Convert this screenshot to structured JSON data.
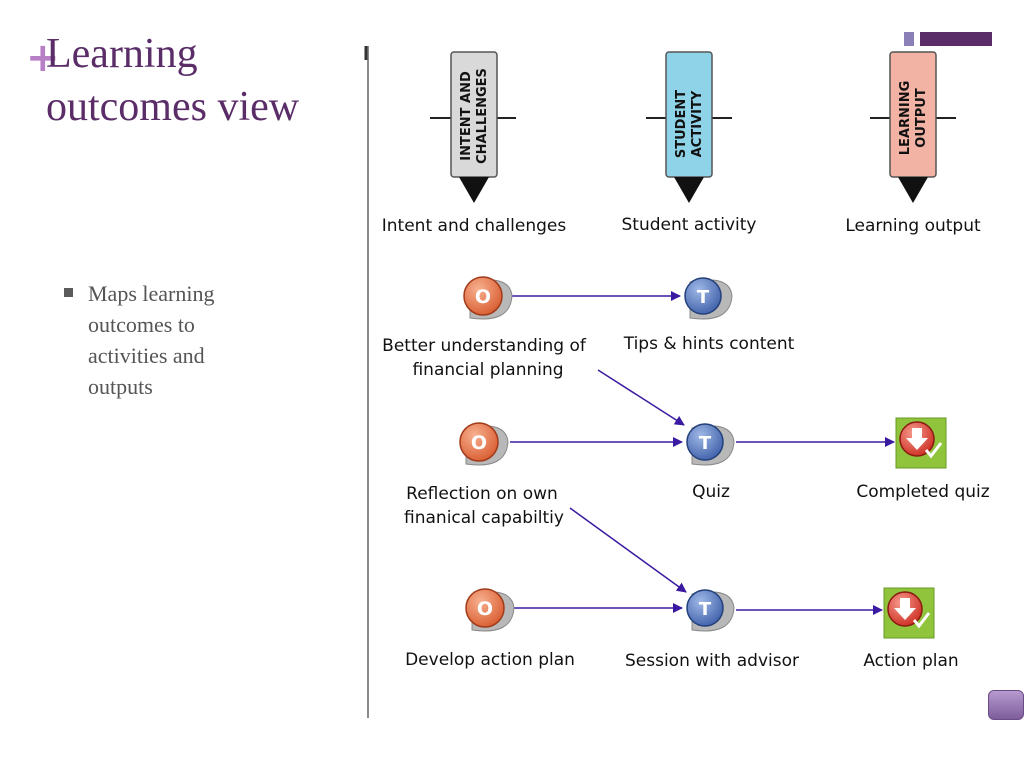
{
  "slide": {
    "title_line1": "Learning",
    "title_line2": "outcomes view",
    "bullets": [
      "Maps learning",
      "outcomes to",
      "activities and",
      "outputs"
    ]
  },
  "diagram": {
    "headers": [
      {
        "line1": "INTENT AND",
        "line2": "CHALLENGES",
        "caption": "Intent and challenges",
        "color": "#d9d9d9"
      },
      {
        "line1": "STUDENT",
        "line2": "ACTIVITY",
        "caption": "Student activity",
        "color": "#8fd3e8"
      },
      {
        "line1": "LEARNING",
        "line2": "OUTPUT",
        "caption": "Learning output",
        "color": "#f2b2a4"
      }
    ],
    "intents": [
      {
        "line1": "Better understanding of",
        "line2": "financial planning",
        "icon_letter": "O"
      },
      {
        "line1": "Reflection on own",
        "line2": "finanical capabiltiy",
        "icon_letter": "O"
      },
      {
        "line1": "Develop action plan",
        "line2": "",
        "icon_letter": "O"
      }
    ],
    "activities": [
      {
        "label": "Tips & hints content",
        "icon_letter": "T"
      },
      {
        "label": "Quiz",
        "icon_letter": "T"
      },
      {
        "label": "Session with advisor",
        "icon_letter": "T"
      }
    ],
    "outputs": [
      {
        "label": "Completed quiz"
      },
      {
        "label": "Action plan"
      }
    ],
    "colors": {
      "intent_icon": "#d85a2e",
      "activity_icon": "#3d5ea8",
      "output_bg": "#8fc43c",
      "output_icon": "#cc2a1f",
      "connector": "#3a1aa0"
    }
  }
}
